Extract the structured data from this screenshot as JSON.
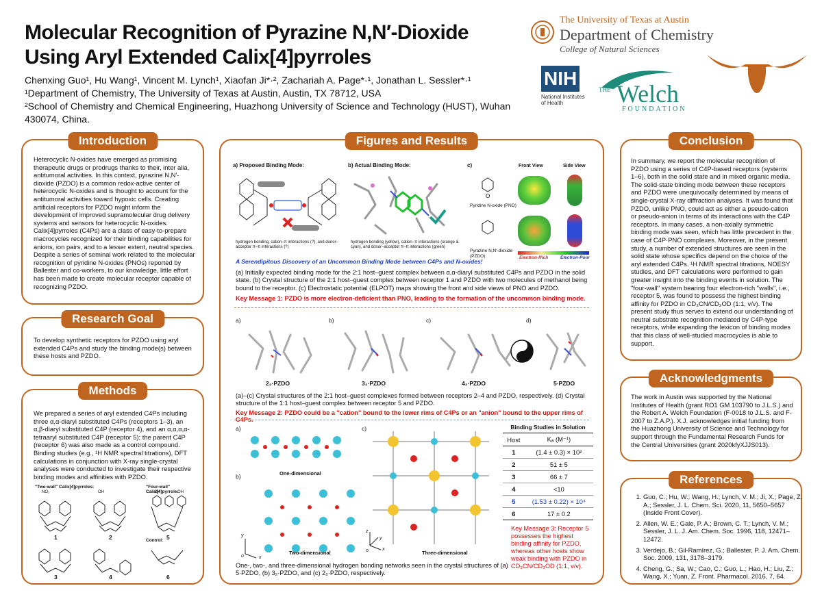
{
  "title": "Molecular Recognition of Pyrazine N,N′-Dioxide Using Aryl Extended Calix[4]pyrroles",
  "authors": {
    "names": "Chenxing Guo¹, Hu Wang¹, Vincent M. Lynch¹, Xiaofan Ji*·², Zachariah A. Page*·¹, Jonathan L. Sessler*·¹",
    "affil1": "¹Department of Chemistry, The University of Texas at Austin, Austin, TX 78712, USA",
    "affil2": "²School of Chemistry and Chemical Engineering, Huazhong University of Science and Technology (HUST), Wuhan 430074, China."
  },
  "logos": {
    "ut_line1": "The University of Texas at Austin",
    "ut_line2": "Department of Chemistry",
    "ut_line3": "College of Natural Sciences",
    "nih": "NIH",
    "nih_sub": "National Institutes of Health",
    "welch_the": "THE",
    "welch": "Welch",
    "welch_sub": "FOUNDATION",
    "brand_color": "#c0651f"
  },
  "intro": {
    "header": "Introduction",
    "text": "Heterocyclic N-oxides have emerged as promising therapeutic drugs or prodrugs thanks to their, inter alia, antitumoral activities. In this context, pyrazine N,N′-dioxide (PZDO) is a common redox-active center of heterocyclic N-oxides and is thought to account for the antitumoral activities toward hypoxic cells. Creating artificial receptors for PZDO might inform the development of improved supramolecular drug delivery systems and sensors for heterocyclic N-oxides. Calix[4]pyrroles (C4Ps) are a class of easy-to-prepare macrocycles recognized for their binding capabilities for anions, ion pairs, and to a lesser extent, neutral species. Despite a series of seminal work related to the molecular recognition of pyridine N-oxides (PNOs) reported by Ballester and co-workers, to our knowledge, little effort has been made to create molecular receptor capable of recognizing PZDO."
  },
  "goal": {
    "header": "Research Goal",
    "text": "To develop synthetic receptors for PZDO using aryl extended C4Ps and study the binding mode(s) between these hosts and PZDO."
  },
  "methods": {
    "header": "Methods",
    "text": "We prepared a series of aryl extended C4Ps including three α,α-diaryl substituted C4Ps (receptors 1–3), an α,β-diaryl substituted C4P (receptor 4), and an α,α,α,α-tetraaryl substituted C4P (receptor 5); the parent C4P (receptor 6) was also made as a control compound. Binding studies (e.g., ¹H NMR spectral titrations), DFT calculations in conjunction with X-ray single-crystal analyses were conducted to investigate their respective binding modes and affinities with PZDO.",
    "two_wall": "\"Two-wall\" Calix[4]pyrroles:",
    "four_wall": "\"Four-wall\" Calix[4]pyrrole:",
    "control": "Control:",
    "labels": [
      "1",
      "2",
      "3",
      "4",
      "5",
      "6"
    ],
    "substituents": [
      "NO₂",
      "OH",
      "OH",
      "OH"
    ]
  },
  "figures": {
    "header": "Figures and Results",
    "a_title": "a) Proposed Binding Mode:",
    "b_title": "b) Actual Binding Mode:",
    "c_title": "c)",
    "front_view": "Front View",
    "side_view": "Side View",
    "pno_label": "Pyridine N-oxide (PNO)",
    "pzdo_label": "Pyrazine N,N′-dioxide (PZDO)",
    "electron_rich": "Electron-Rich",
    "electron_poor": "Electron-Poor",
    "a_sub": "hydrogen bonding, cation–π interactions (?), and donor–acceptor π–π interactions (?)",
    "b_sub": "hydrogen bonding (yellow), cation–π interactions (orange & cyan), and donor–acceptor π–π interactions (green)",
    "serendipitous": "A Serendipitous Discovery of an Uncommon Binding Mode between C4Ps and N-oxides!",
    "caption1": "(a) Initially expected binding mode for the 2:1 host–guest complex between α,α-diaryl substituted C4Ps and PZDO in the solid state. (b) Crystal structure of the 2:1 host–guest complex between receptor 1 and PZDO with two molecules of methanol being bound to the receptor. (c) Electrostatic potential (ELPOT) maps showing the front and side views of PNO and PZDO.",
    "key1": "Key Message 1: PZDO is more electron-deficient than PNO, leading to the formation of the uncommon binding mode.",
    "row2_letters": [
      "a)",
      "b)",
      "c)",
      "d)"
    ],
    "row2_labels": [
      "2₂·PZDO",
      "3₂·PZDO",
      "4₂·PZDO",
      "5·PZDO"
    ],
    "caption2": "(a)–(c) Crystal structures of the 2:1 host–guest complexes formed between receptors 2–4 and PZDO, respectively. (d) Crystal structure of the 1:1 host–guest complex between receptor 5 and PZDO.",
    "key2": "Key Message 2: PZDO could be a \"cation\" bound to the lower rims of C4Ps or an \"anion\" bound to the upper rims of C4Ps.",
    "row3_a": "a)",
    "row3_b": "b)",
    "row3_c": "c)",
    "one_dim": "One-dimensional",
    "two_dim": "Two-dimensional",
    "three_dim": "Three-dimensional",
    "axes": [
      "y",
      "x",
      "o",
      "z",
      "x",
      "y",
      "o"
    ],
    "caption3": "One-, two-, and three-dimensional hydrogen bonding networks seen in the crystal structures of (a) 5·PZDO, (b) 3₂·PZDO, and (c) 2₂·PZDO, respectively.",
    "key3": "Key Message 3: Receptor 5 possesses the highest binding affinity for PZDO, whereas other hosts show weak binding with PZDO in CD₃CN/CD₃OD (1:1, v/v)."
  },
  "binding": {
    "title": "Binding Studies in Solution",
    "col_host": "Host",
    "col_ka": "Kₐ (M⁻¹)",
    "rows": [
      {
        "host": "1",
        "ka": "(1.4 ± 0.3) × 10²"
      },
      {
        "host": "2",
        "ka": "51 ± 5"
      },
      {
        "host": "3",
        "ka": "66 ± 7"
      },
      {
        "host": "4",
        "ka": "<10"
      },
      {
        "host": "5",
        "ka": "(1.53 ± 0.22) × 10⁴"
      },
      {
        "host": "6",
        "ka": "17 ± 0.2"
      }
    ],
    "highlight_color": "#1a3fd1"
  },
  "conclusion": {
    "header": "Conclusion",
    "text": "In summary, we report the molecular recognition of PZDO using a series of C4P-based receptors (systems 1–6), both in the solid state and in mixed organic media. The solid-state binding mode between these receptors and PZDO were unequivocally determined by means of single-crystal X-ray diffraction analyses. It was found that PZDO, unlike PNO, could act as either a pseudo-cation or pseudo-anion in terms of its interactions with the C4P receptors. In many cases, a non-axially symmetric binding mode was seen, which has little precedent in the case of C4P·PNO complexes. Moreover, in the present study, a number of extended structures are seen in the solid state whose specifics depend on the choice of the aryl extended C4Ps. ¹H NMR spectral titrations, NOESY studies, and DFT calculations were performed to gain greater insight into the binding events in solution. The \"four-wall\" system bearing four electron-rich \"walls\", i.e., receptor 5, was found to possess the highest binding affinity for PZDO in CD₃CN/CD₃OD (1:1, v/v). The present study thus serves to extend our understanding of neutral substrate recognition mediated by C4P-type receptors, while expanding the lexicon of binding modes that this class of well-studied macrocycles is able to support."
  },
  "ack": {
    "header": "Acknowledgments",
    "text": "The work in Austin was supported by the National Institutes of Health (grant RO1 GM 103790 to J.L.S.) and the Robert A. Welch Foundation (F-0018 to J.L.S. and F-2007 to Z.A.P.). X.J. acknowledges initial funding from the Huazhong University of Science and Technology for support through the Fundamental Research Funds for the Central Universities (grant 2020kfyXJJS013)."
  },
  "refs": {
    "header": "References",
    "items": [
      "Guo, C.; Hu, W.; Wang, H.; Lynch, V. M.; Ji, X.; Page, Z. A.; Sessler, J. L. Chem. Sci. 2020, 11, 5650–5657 (Inside Front Cover).",
      "Allen, W. E.; Gale, P. A.; Brown, C. T.; Lynch, V. M.; Sessler, J. L. J. Am. Chem. Soc. 1996, 118, 12471–12472.",
      "Verdejo, B.; Gil-Ramírez, G.; Ballester, P. J. Am. Chem. Soc. 2009, 131, 3178–3179.",
      "Cheng, G.; Sa, W.; Cao, C.; Guo, L.; Hao, H.; Liu, Z.; Wang, X.; Yuan, Z. Front. Pharmacol. 2016, 7, 64."
    ]
  }
}
